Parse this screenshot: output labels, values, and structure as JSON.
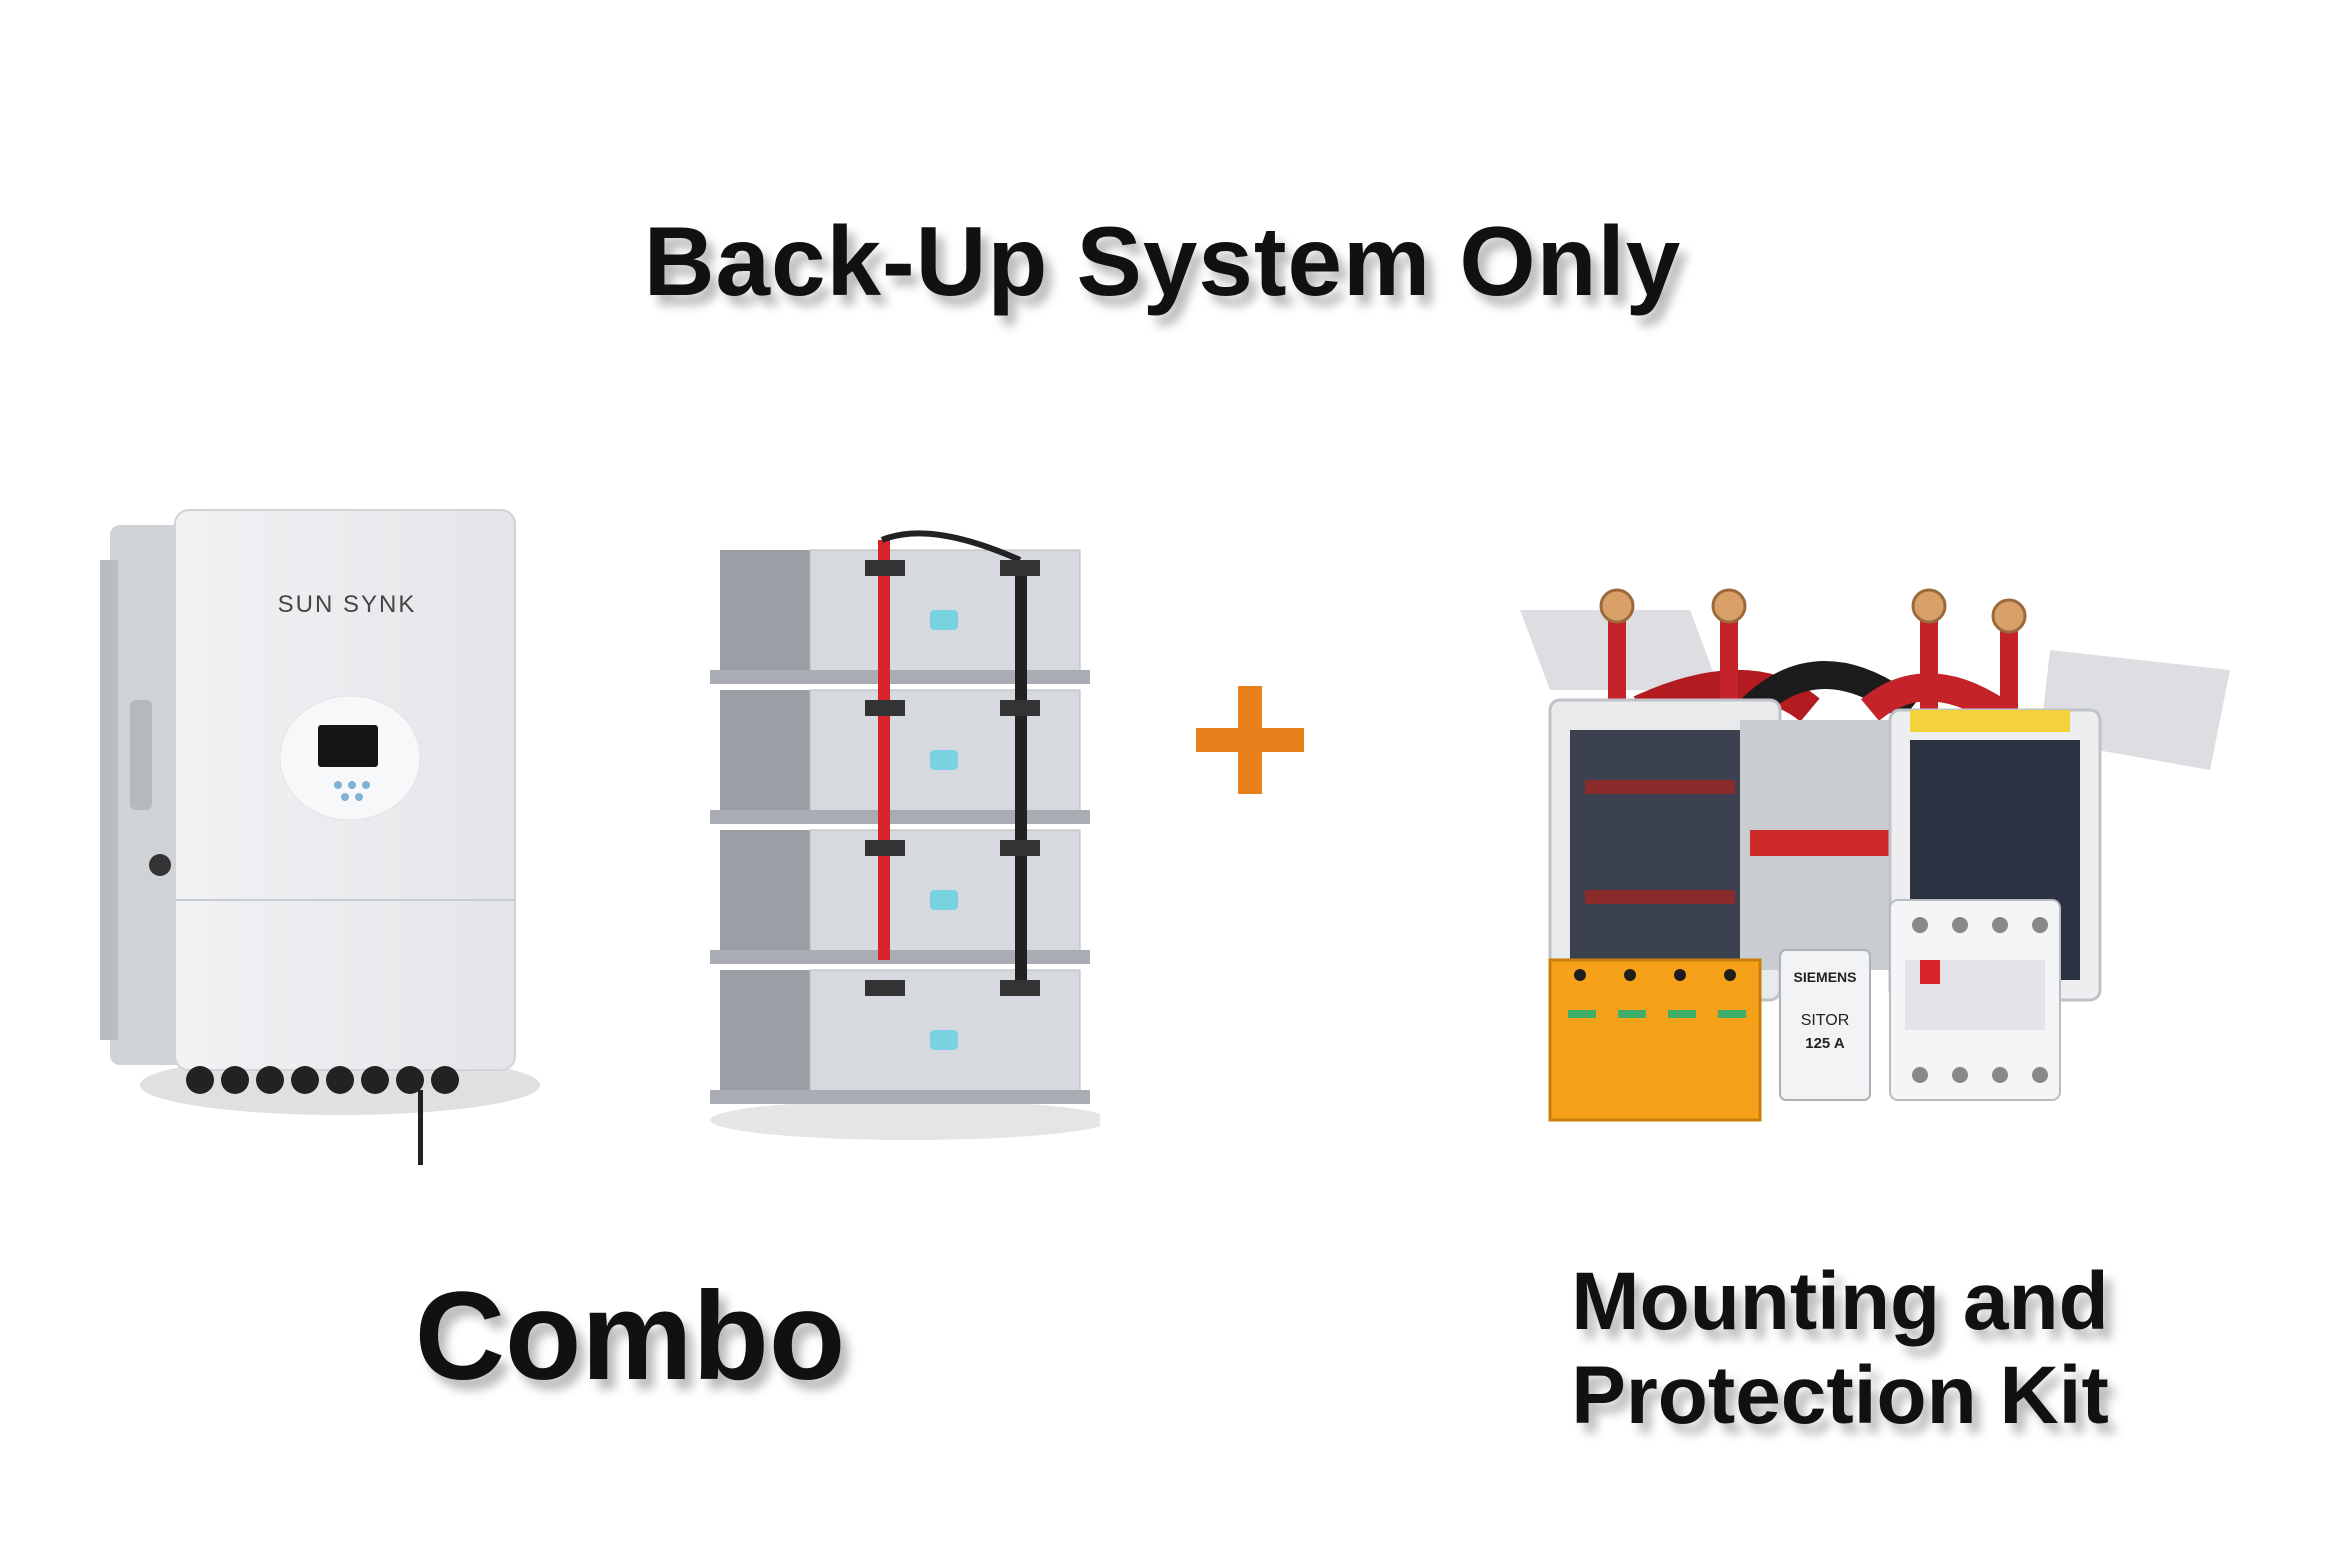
{
  "page": {
    "title": "Back-Up System Only",
    "left_label": "Combo",
    "right_label_line1": "Mounting and",
    "right_label_line2": "Protection Kit"
  },
  "inverter": {
    "brand": "SUN SYNK"
  },
  "kit": {
    "surge_brand": "SIEMENS",
    "fuse_text": "SITOR",
    "fuse_rating": "125 A"
  },
  "colors": {
    "plus": "#E8801C",
    "text": "#111111",
    "battery_body": "#d6d9de",
    "red_cable": "#d8232a",
    "surge_orange": "#f5a21a"
  }
}
